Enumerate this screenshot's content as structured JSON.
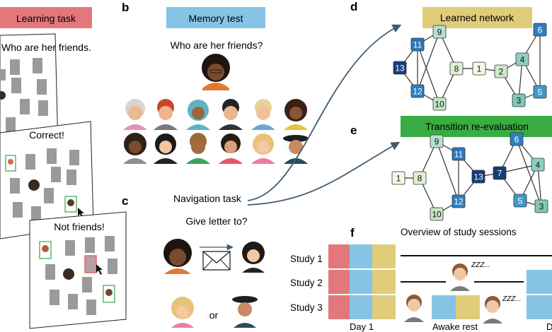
{
  "panels": {
    "a": {
      "title": "Learning task",
      "card1": "Who are her friends.",
      "card2": "Correct!",
      "card3": "Not friends!"
    },
    "b": {
      "letter": "b",
      "title": "Memory test",
      "question": "Who are her friends?"
    },
    "c": {
      "letter": "c",
      "nav_label": "Navigation task",
      "question": "Give letter to?",
      "or": "or"
    },
    "d": {
      "letter": "d",
      "title": "Learned network"
    },
    "e": {
      "letter": "e",
      "title": "Transition re-evaluation"
    },
    "f": {
      "letter": "f",
      "title": "Overview of study sessions",
      "rows": [
        "Study 1",
        "Study 2",
        "Study 3"
      ],
      "footer": [
        "Day 1",
        "Awake rest",
        "D"
      ],
      "sleep": "ZZZ..."
    }
  },
  "network_d": {
    "nodes": [
      {
        "id": "11",
        "color": "#2a78b8",
        "text": "#ffffff"
      },
      {
        "id": "9",
        "color": "#b7dfce",
        "text": "#111111"
      },
      {
        "id": "13",
        "color": "#153d7a",
        "text": "#ffffff"
      },
      {
        "id": "12",
        "color": "#2f7fbe",
        "text": "#ffffff"
      },
      {
        "id": "10",
        "color": "#c5e6c6",
        "text": "#111111"
      },
      {
        "id": "8",
        "color": "#dff0d0",
        "text": "#111111"
      },
      {
        "id": "1",
        "color": "#f4f8e6",
        "text": "#111111"
      },
      {
        "id": "2",
        "color": "#cde8c6",
        "text": "#111111"
      },
      {
        "id": "4",
        "color": "#8ecfc1",
        "text": "#111111"
      },
      {
        "id": "6",
        "color": "#2f7fbe",
        "text": "#ffffff"
      },
      {
        "id": "3",
        "color": "#7ec8b9",
        "text": "#111111"
      },
      {
        "id": "5",
        "color": "#3f9ac6",
        "text": "#ffffff"
      }
    ]
  },
  "network_e": {
    "nodes": [
      {
        "id": "9",
        "color": "#b7dfce",
        "text": "#111111"
      },
      {
        "id": "11",
        "color": "#2a78b8",
        "text": "#ffffff"
      },
      {
        "id": "1",
        "color": "#f4f8e6",
        "text": "#111111"
      },
      {
        "id": "8",
        "color": "#dff0d0",
        "text": "#111111"
      },
      {
        "id": "13",
        "color": "#153d7a",
        "text": "#ffffff"
      },
      {
        "id": "7",
        "color": "#153d7a",
        "text": "#ffffff"
      },
      {
        "id": "12",
        "color": "#2f7fbe",
        "text": "#ffffff"
      },
      {
        "id": "10",
        "color": "#c5e6c6",
        "text": "#111111"
      },
      {
        "id": "6",
        "color": "#2f7fbe",
        "text": "#ffffff"
      },
      {
        "id": "4",
        "color": "#8ecfc1",
        "text": "#111111"
      },
      {
        "id": "5",
        "color": "#3f9ac6",
        "text": "#ffffff"
      },
      {
        "id": "3",
        "color": "#7ec8b9",
        "text": "#111111"
      }
    ]
  },
  "colors": {
    "learning": "#e4777c",
    "memory": "#86c4e6",
    "learned": "#dfcd7a",
    "reeval": "#3aac43",
    "card_gray": "#9a9a9a",
    "arrow": "#3f5b73"
  }
}
